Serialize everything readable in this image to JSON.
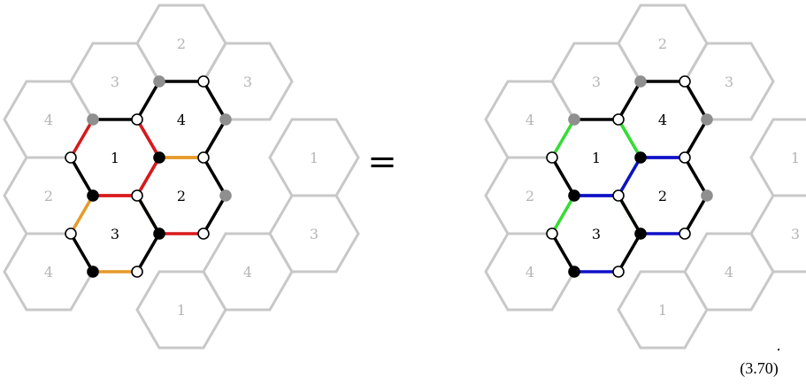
{
  "equals_sign": "=",
  "equation_number": "(3.70)",
  "trailing_period": ".",
  "colors": {
    "hex_outline": "#c8c8c8",
    "outer_label": "#b5b5b5",
    "edge_black": "#000000",
    "red": "#d7191c",
    "orange": "#e69a28",
    "green": "#33dd33",
    "blue": "#1010c8",
    "vertex_black": "#000000",
    "vertex_gray": "#8f8f8f",
    "vertex_white": "#ffffff"
  },
  "panels": [
    {
      "id": "left",
      "outer_labels": [
        "2",
        "3",
        "3",
        "4",
        "1",
        "2",
        "3",
        "4",
        "4",
        "1"
      ],
      "inner_labels": [
        "4",
        "1",
        "2",
        "3"
      ],
      "edge_colors": {
        "h1_v1_v2": "black",
        "h1_v2_v4": "red",
        "h1_v4_v6": "red",
        "h1_v6_v5": "red",
        "h1_v5_v3": "black",
        "h1_v3_v1": "red",
        "h2_v7_v8": "black",
        "h2_v8_v10": "black",
        "h2_v10_v12": "black",
        "h2_v12_v11": "black",
        "h2_v11_v9": "orange",
        "h2_v9_v7": "black",
        "h3_v11_v12": "black",
        "h3_v12_v14": "black",
        "h3_v14_v16": "red",
        "h3_v16_v15": "black",
        "h3_v15_v13": "orange",
        "h3_v13_v11": "orange",
        "h4_v15_v16": "black",
        "h4_v16_v18": "black",
        "h4_v18_v20": "orange",
        "h4_v20_v19": "black",
        "h4_v19_v17": "orange",
        "h4_v17_v15": "orange"
      },
      "vertex_colors": {
        "v1": "gray",
        "v2": "white",
        "v3": "gray",
        "v4": "white",
        "v5": "white",
        "v6": "black",
        "v7": "white",
        "v8": "gray",
        "v9": "black",
        "v10": "white",
        "v11": "white",
        "v12": "gray",
        "v13": "black",
        "v14": "white",
        "v15": "black",
        "v16": "white",
        "v17": "white",
        "v18": "black",
        "v19": "white",
        "v20": "white"
      }
    },
    {
      "id": "right",
      "outer_labels": [
        "2",
        "3",
        "3",
        "4",
        "1",
        "2",
        "3",
        "4",
        "4",
        "1"
      ],
      "inner_labels": [
        "4",
        "1",
        "2",
        "3"
      ],
      "edge_colors": {
        "h1_v1_v2": "black",
        "h1_v2_v4": "green",
        "h1_v4_v6": "green",
        "h1_v6_v5": "green",
        "h1_v5_v3": "black",
        "h1_v3_v1": "green",
        "h2_v7_v8": "black",
        "h2_v8_v10": "black",
        "h2_v10_v12": "black",
        "h2_v12_v11": "black",
        "h2_v11_v9": "blue",
        "h2_v9_v7": "black",
        "h3_v11_v12": "black",
        "h3_v12_v14": "black",
        "h3_v14_v16": "blue",
        "h3_v16_v15": "black",
        "h3_v15_v13": "blue",
        "h3_v13_v11": "green",
        "h4_v15_v16": "black",
        "h4_v16_v18": "black",
        "h4_v18_v20": "blue",
        "h4_v20_v19": "black",
        "h4_v19_v17": "blue",
        "h4_v17_v15": "green"
      },
      "vertex_colors": {
        "v1": "gray",
        "v2": "white",
        "v3": "gray",
        "v4": "white",
        "v5": "white",
        "v6": "black",
        "v7": "white",
        "v8": "gray",
        "v9": "black",
        "v10": "white",
        "v11": "white",
        "v12": "gray",
        "v13": "black",
        "v14": "white",
        "v15": "black",
        "v16": "white",
        "v17": "white",
        "v18": "black",
        "v19": "white",
        "v20": "white"
      }
    }
  ]
}
